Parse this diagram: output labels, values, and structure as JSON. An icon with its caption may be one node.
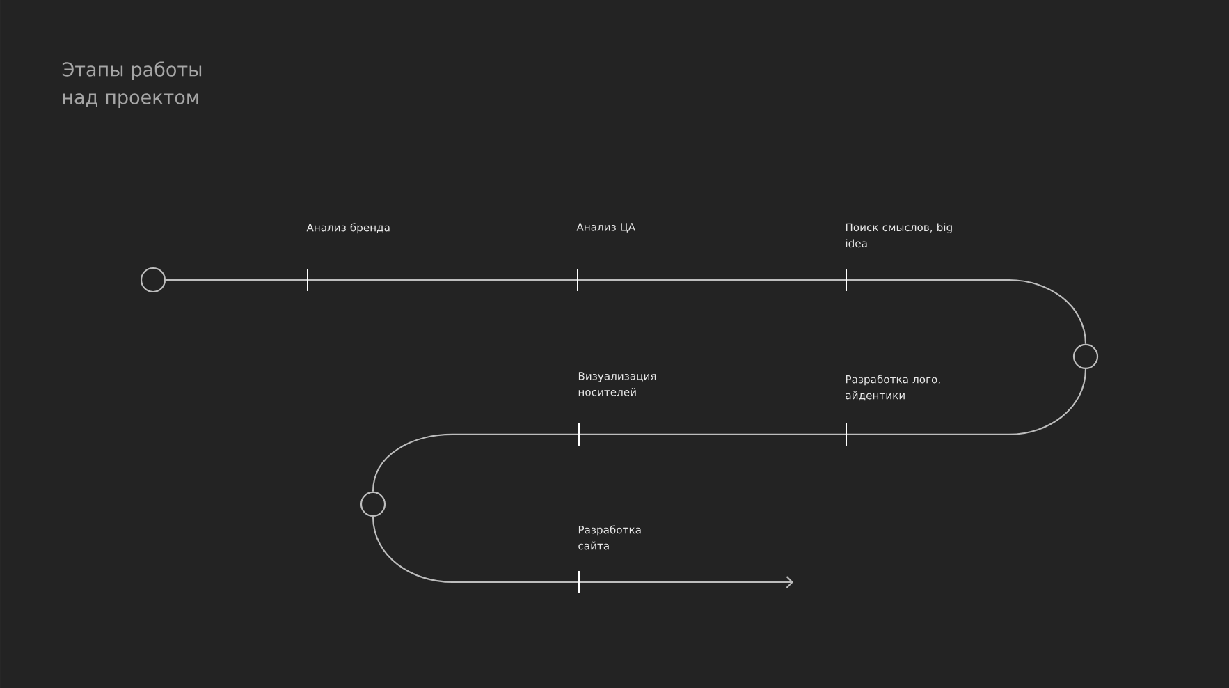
{
  "diagram": {
    "title": "Этапы работы над проектом",
    "nodes": [
      {
        "text": [],
        "shape": "circle"
      },
      {
        "text": [],
        "shape": "circle"
      },
      {
        "text": [],
        "shape": "circle"
      }
    ],
    "edges": [
      {
        "from": 0,
        "to": 1,
        "arrow": "none"
      },
      {
        "from": 1,
        "to": 2,
        "arrow": "none"
      },
      {
        "from": 2,
        "to": null,
        "arrow": "to"
      }
    ],
    "labels": [
      "Анализ бренда",
      "Анализ ЦА",
      "Поиск смыслов, big idea",
      "Визуализация носителей",
      "Разработка лого, айдентики",
      "Разработка сайта"
    ]
  }
}
